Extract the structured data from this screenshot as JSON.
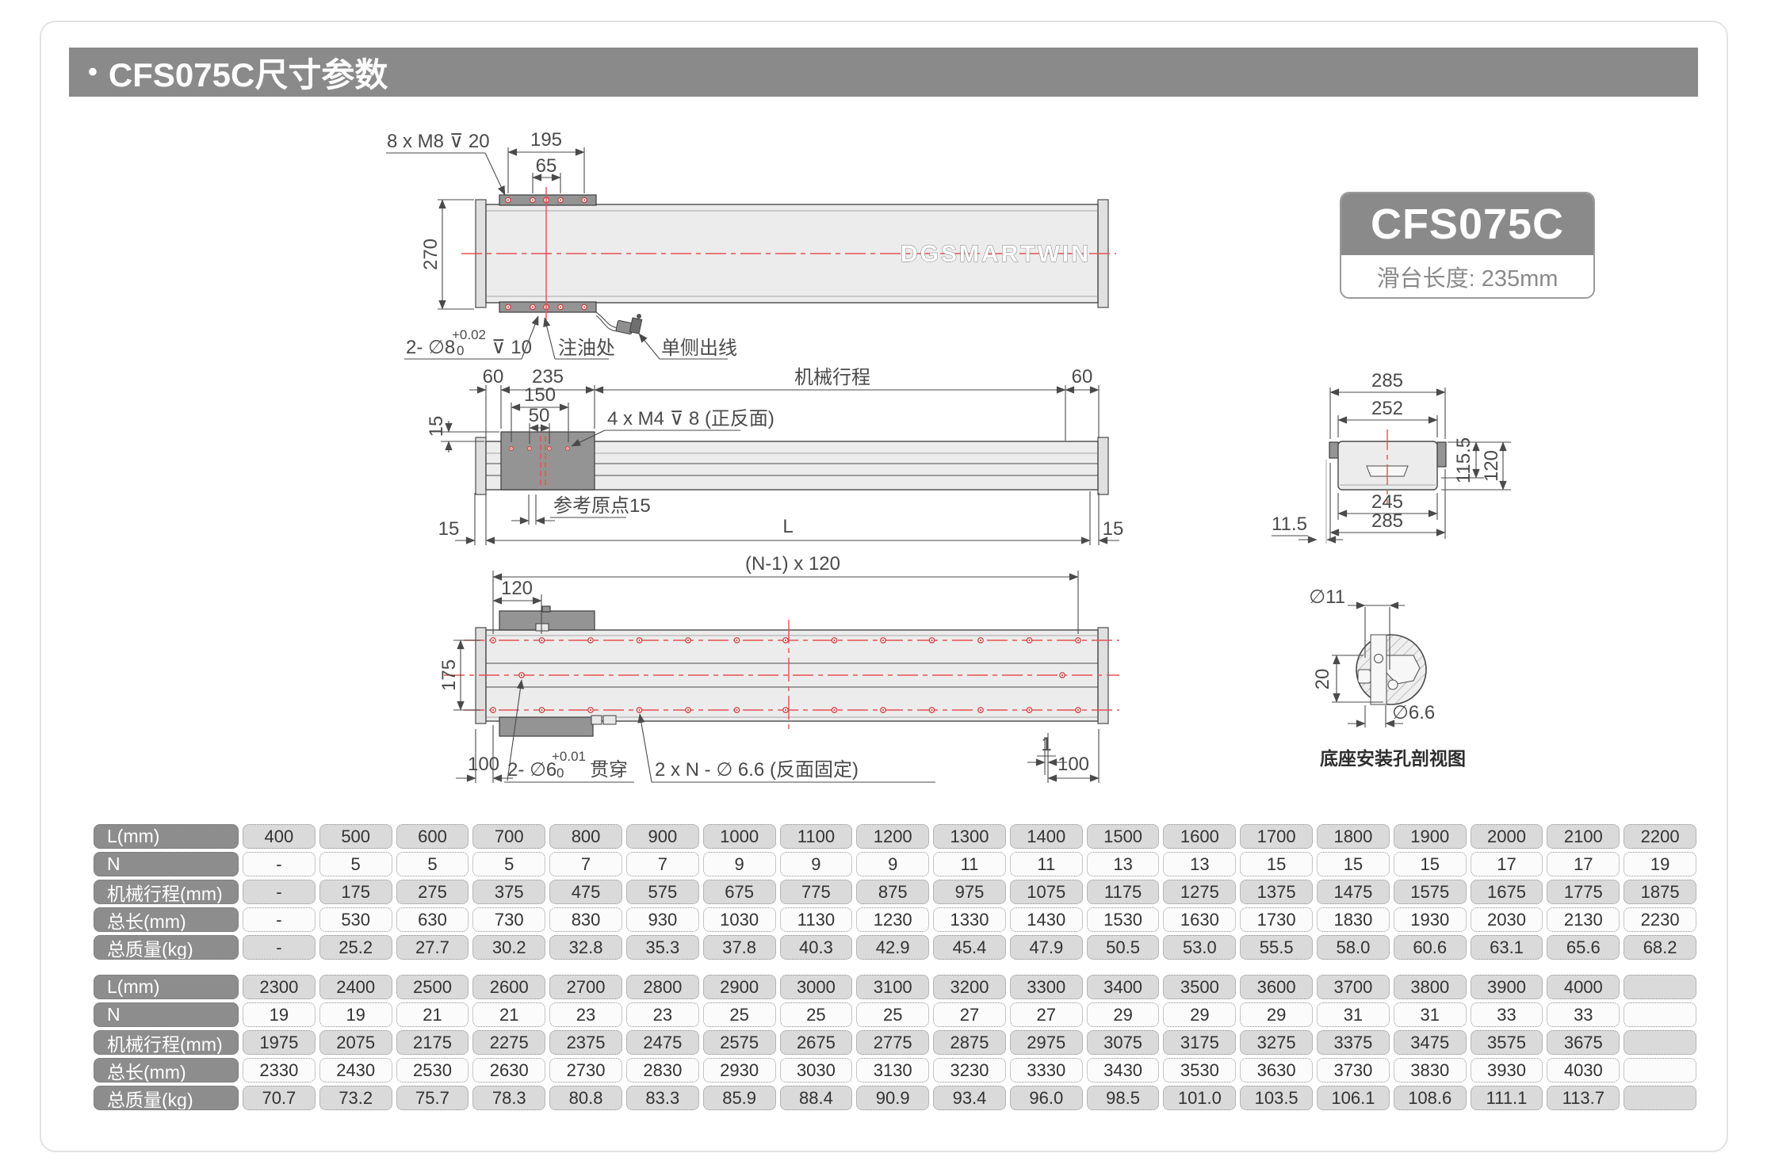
{
  "header": {
    "bullet": "•",
    "title": "CFS075C尺寸参数"
  },
  "badge": {
    "model": "CFS075C",
    "subtitle": "滑台长度: 235mm"
  },
  "drawing": {
    "top": {
      "m8": "8 x M8  ⊽ 20",
      "d195": "195",
      "d65": "65",
      "d270": "270",
      "phi8": "2- ∅8",
      "phi8_tol_top": "+0.02",
      "phi8_tol_bot": "0",
      "phi8_depth": "⊽ 10",
      "oil": "注油处",
      "cable": "单侧出线",
      "watermark": "DGSMARTWIN"
    },
    "side": {
      "d60l": "60",
      "d235": "235",
      "d150": "150",
      "d50": "50",
      "d15t": "15",
      "m4": "4 x M4  ⊽ 8 (正反面)",
      "stroke_label": "机械行程",
      "d60r": "60",
      "d15bl": "15",
      "origin": "参考原点15",
      "L": "L",
      "d15br": "15"
    },
    "end": {
      "d285t": "285",
      "d252": "252",
      "d115": "115.5",
      "d120": "120",
      "d245": "245",
      "d285b": "285",
      "d11_5": "11.5"
    },
    "bottom": {
      "pitch": "(N-1) x 120",
      "d120": "120",
      "d175": "175",
      "d100l": "100",
      "phi6": "2- ∅6",
      "phi6_tol_top": "+0.01",
      "phi6_tol_bot": "0",
      "through": "贯穿",
      "nholes": "2 x N - ∅ 6.6 (反面固定)",
      "d1": "1",
      "d100r": "100"
    },
    "detail": {
      "phi11": "∅11",
      "d20": "20",
      "phi66": "∅6.6",
      "caption": "底座安装孔剖视图"
    }
  },
  "tables": {
    "headers": [
      "L(mm)",
      "N",
      "机械行程(mm)",
      "总长(mm)",
      "总质量(kg)"
    ],
    "table1": {
      "rows": [
        [
          "400",
          "500",
          "600",
          "700",
          "800",
          "900",
          "1000",
          "1100",
          "1200",
          "1300",
          "1400",
          "1500",
          "1600",
          "1700",
          "1800",
          "1900",
          "2000",
          "2100",
          "2200"
        ],
        [
          "-",
          "5",
          "5",
          "5",
          "7",
          "7",
          "9",
          "9",
          "9",
          "11",
          "11",
          "13",
          "13",
          "15",
          "15",
          "15",
          "17",
          "17",
          "19"
        ],
        [
          "-",
          "175",
          "275",
          "375",
          "475",
          "575",
          "675",
          "775",
          "875",
          "975",
          "1075",
          "1175",
          "1275",
          "1375",
          "1475",
          "1575",
          "1675",
          "1775",
          "1875"
        ],
        [
          "-",
          "530",
          "630",
          "730",
          "830",
          "930",
          "1030",
          "1130",
          "1230",
          "1330",
          "1430",
          "1530",
          "1630",
          "1730",
          "1830",
          "1930",
          "2030",
          "2130",
          "2230"
        ],
        [
          "-",
          "25.2",
          "27.7",
          "30.2",
          "32.8",
          "35.3",
          "37.8",
          "40.3",
          "42.9",
          "45.4",
          "47.9",
          "50.5",
          "53.0",
          "55.5",
          "58.0",
          "60.6",
          "63.1",
          "65.6",
          "68.2"
        ]
      ]
    },
    "table2": {
      "rows": [
        [
          "2300",
          "2400",
          "2500",
          "2600",
          "2700",
          "2800",
          "2900",
          "3000",
          "3100",
          "3200",
          "3300",
          "3400",
          "3500",
          "3600",
          "3700",
          "3800",
          "3900",
          "4000",
          ""
        ],
        [
          "19",
          "19",
          "21",
          "21",
          "23",
          "23",
          "25",
          "25",
          "25",
          "27",
          "27",
          "29",
          "29",
          "29",
          "31",
          "31",
          "33",
          "33",
          ""
        ],
        [
          "1975",
          "2075",
          "2175",
          "2275",
          "2375",
          "2475",
          "2575",
          "2675",
          "2775",
          "2875",
          "2975",
          "3075",
          "3175",
          "3275",
          "3375",
          "3475",
          "3575",
          "3675",
          ""
        ],
        [
          "2330",
          "2430",
          "2530",
          "2630",
          "2730",
          "2830",
          "2930",
          "3030",
          "3130",
          "3230",
          "3330",
          "3430",
          "3530",
          "3630",
          "3730",
          "3830",
          "3930",
          "4030",
          ""
        ],
        [
          "70.7",
          "73.2",
          "75.7",
          "78.3",
          "80.8",
          "83.3",
          "85.9",
          "88.4",
          "90.9",
          "93.4",
          "96.0",
          "98.5",
          "101.0",
          "103.5",
          "106.1",
          "108.6",
          "111.1",
          "113.7",
          ""
        ]
      ]
    }
  }
}
